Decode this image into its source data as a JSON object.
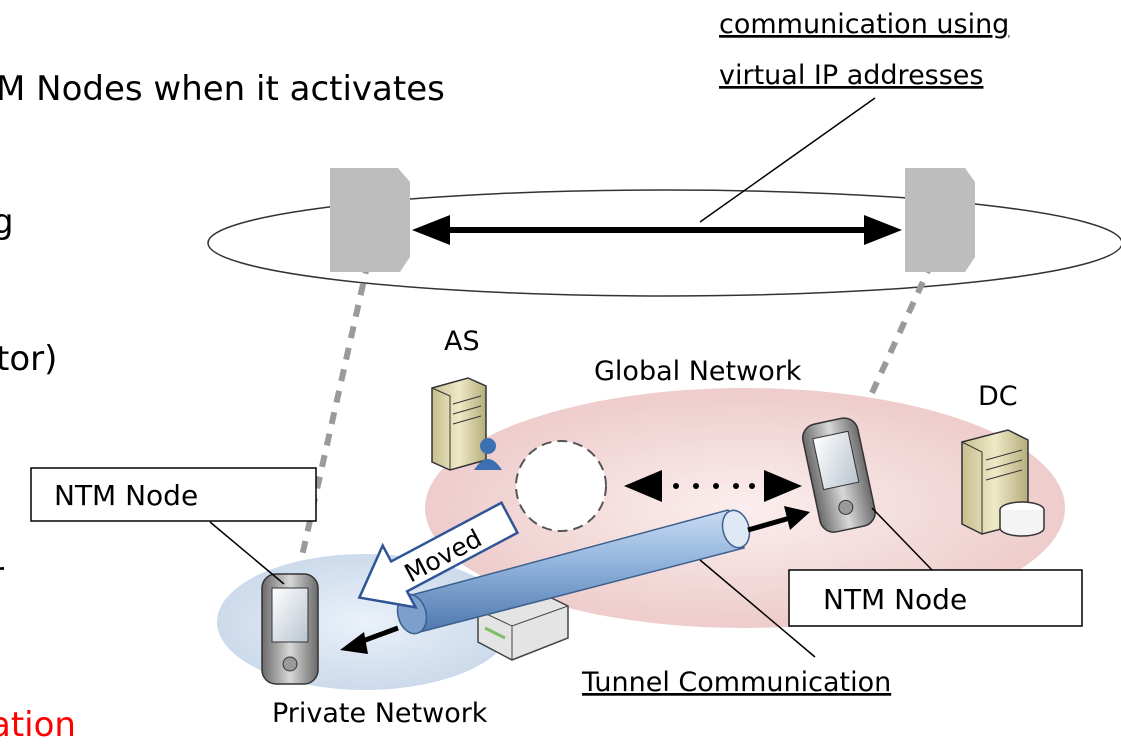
{
  "slide": {
    "line1": "M Nodes when it activates",
    "line2": "g",
    "line3": "tor)",
    "line4": "r",
    "line5": "ation"
  },
  "diagram": {
    "virtual_label_line1": "communication using",
    "virtual_label_line2": "virtual IP addresses",
    "as_label": "AS",
    "dc_label": "DC",
    "global_network_label": "Global Network",
    "private_network_label": "Private Network",
    "ntm_node_left": "NTM Node",
    "ntm_node_right": "NTM Node",
    "moved_label": "Moved",
    "tunnel_label": "Tunnel Communication"
  },
  "colors": {
    "global_network_fill": "#f2dcdb",
    "private_network_fill": "#dbe5f1",
    "tunnel_fill": "#9bbbe0",
    "accent_red": "#ff0000"
  }
}
